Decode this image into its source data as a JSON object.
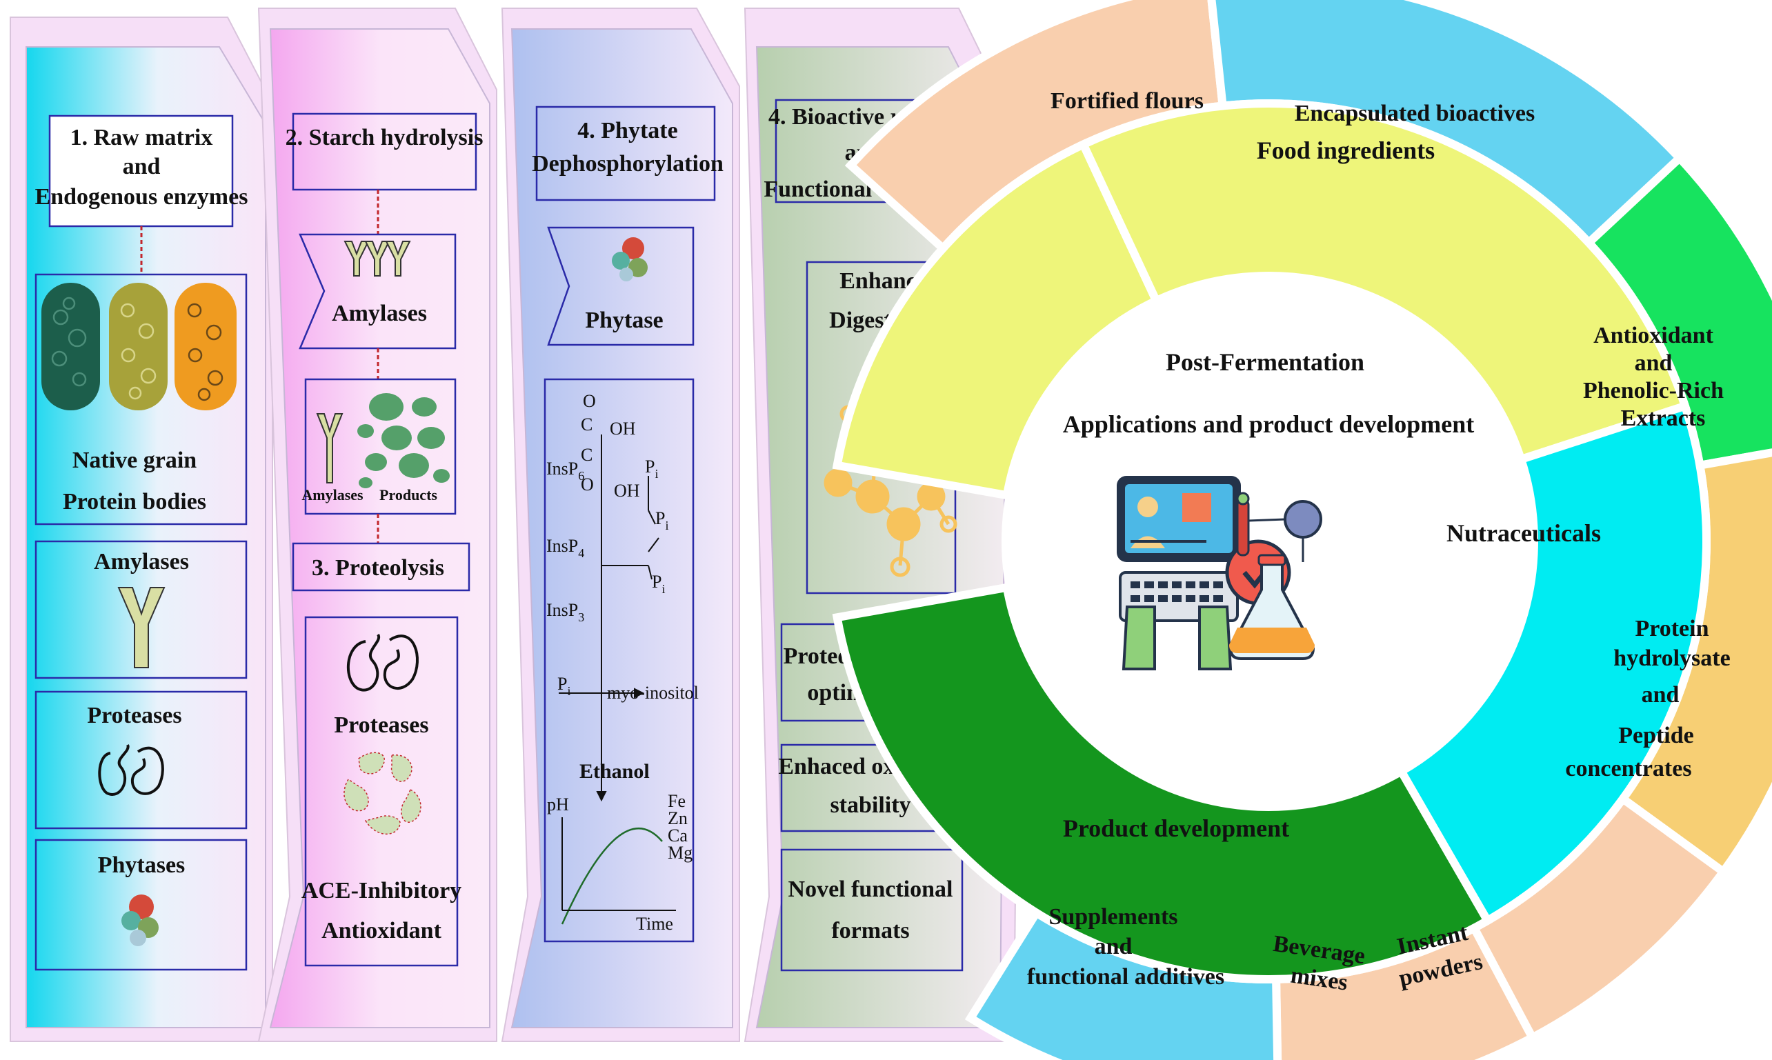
{
  "panels": {
    "p1": {
      "title": [
        "1. Raw matrix",
        "and",
        "Endogenous enzymes"
      ],
      "grain_label": [
        "Native grain",
        "Protein bodies"
      ],
      "amylases": "Amylases",
      "proteases": "Proteases",
      "phytases": "Phytases"
    },
    "p2": {
      "title": "2. Starch hydrolysis",
      "amylases": "Amylases",
      "small_amylases": "Amylases",
      "small_products": "Products",
      "proteolysis": "3. Proteolysis",
      "proteases": "Proteases",
      "bottom": [
        "ACE-Inhibitory",
        "Antioxidant"
      ]
    },
    "p3": {
      "title": [
        "4. Phytate",
        "Dephosphorylation"
      ],
      "phytase": "Phytase",
      "chem": {
        "oh1": "OH",
        "oh2": "OH",
        "c1": "C",
        "c2": "C",
        "o": "O",
        "ins6": "InsP",
        "ins6_sub": "6",
        "ins4": "InsP",
        "ins4_sub": "4",
        "ins3": "InsP",
        "ins3_sub": "3",
        "pi": "P",
        "pi_sub": "i",
        "myo": "myo-inositol",
        "ethanol": "Ethanol",
        "ph": "pH",
        "time": "Time",
        "metals": [
          "Fe",
          "Zn",
          "Ca",
          "Mg"
        ]
      }
    },
    "p4": {
      "title": [
        "4. Bioactive release",
        "and",
        "Functional outcomes"
      ],
      "digest": [
        "Enhanced",
        "Digestibility"
      ],
      "proteomic": [
        "Proteomic profile",
        "optimization"
      ],
      "oxidative": [
        "Enhaced oxidative",
        "stability"
      ],
      "novel": [
        "Novel functional",
        "formats"
      ]
    }
  },
  "wheel": {
    "center": [
      "Post-Fermentation",
      "Applications and product development"
    ],
    "inner": {
      "food": "Food ingredients",
      "nutra": "Nutraceuticals",
      "product": "Product development"
    },
    "outer": {
      "fortified": "Fortified flours",
      "encapsulated": "Encapsulated bioactives",
      "antioxidant": [
        "Antioxidant",
        "and",
        "Phenolic-Rich",
        "Extracts"
      ],
      "protein": [
        "Protein",
        "hydrolysate",
        "and",
        "Peptide",
        "concentrates"
      ],
      "instant": [
        "Instant",
        "powders"
      ],
      "beverage": [
        "Beverage",
        "mixes"
      ],
      "supplements": [
        "Supplements",
        "and",
        "functional additives"
      ]
    },
    "colors": {
      "food": "#eef57a",
      "nutra": "#00ecf2",
      "product": "#14961e",
      "peach": "#f9cfae",
      "blue": "#64d3f1",
      "green": "#17e35f",
      "orange": "#f7cf74"
    }
  }
}
